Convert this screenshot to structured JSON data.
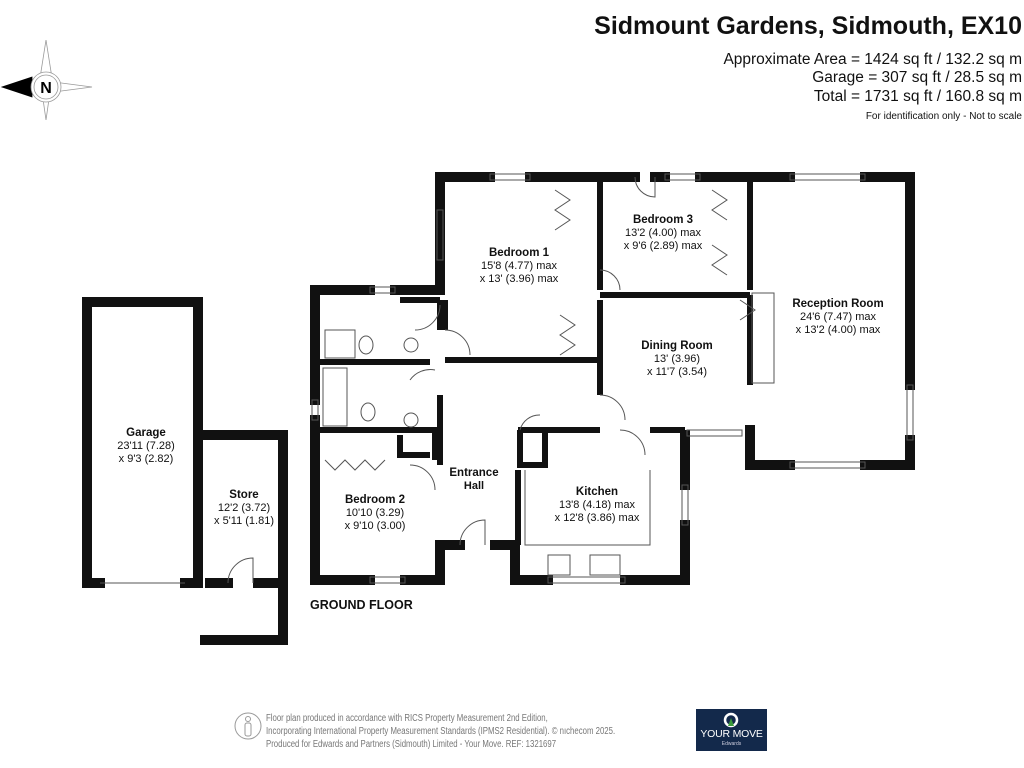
{
  "header": {
    "title": "Sidmount Gardens, Sidmouth, EX10",
    "approximate_area": "Approximate Area = 1424 sq ft / 132.2 sq m",
    "garage_area": "Garage = 307 sq ft / 28.5 sq m",
    "total_area": "Total = 1731 sq ft / 160.8 sq m",
    "note": "For identification only - Not to scale"
  },
  "compass": {
    "label": "N",
    "icon": "compass-north-icon"
  },
  "rooms": [
    {
      "name": "Bedroom 1",
      "dims1": "15'8 (4.77) max",
      "dims2": "x 13' (3.96) max"
    },
    {
      "name": "Bedroom 3",
      "dims1": "13'2 (4.00) max",
      "dims2": "x 9'6 (2.89) max"
    },
    {
      "name": "Reception Room",
      "dims1": "24'6 (7.47) max",
      "dims2": "x 13'2 (4.00) max"
    },
    {
      "name": "Dining Room",
      "dims1": "13' (3.96)",
      "dims2": "x 11'7 (3.54)"
    },
    {
      "name": "Entrance",
      "dims1": "Hall",
      "dims2": ""
    },
    {
      "name": "Kitchen",
      "dims1": "13'8 (4.18) max",
      "dims2": "x 12'8 (3.86) max"
    },
    {
      "name": "Bedroom 2",
      "dims1": "10'10 (3.29)",
      "dims2": "x 9'10 (3.00)"
    },
    {
      "name": "Garage",
      "dims1": "23'11 (7.28)",
      "dims2": "x 9'3 (2.82)"
    },
    {
      "name": "Store",
      "dims1": "12'2 (3.72)",
      "dims2": "x 5'11 (1.81)"
    }
  ],
  "floor_label": "GROUND FLOOR",
  "footer": {
    "line1": "Floor plan produced in accordance with RICS Property Measurement 2nd Edition,",
    "line2": "Incorporating International Property Measurement Standards (IPMS2 Residential).   © nıchecom 2025.",
    "line3": "Produced for Edwards and Partners (Sidmouth) Limited - Your Move.   REF:  1321697"
  },
  "logo": {
    "text": "YOUR MOVE",
    "sub": "Edwards",
    "color": "#13294b"
  }
}
